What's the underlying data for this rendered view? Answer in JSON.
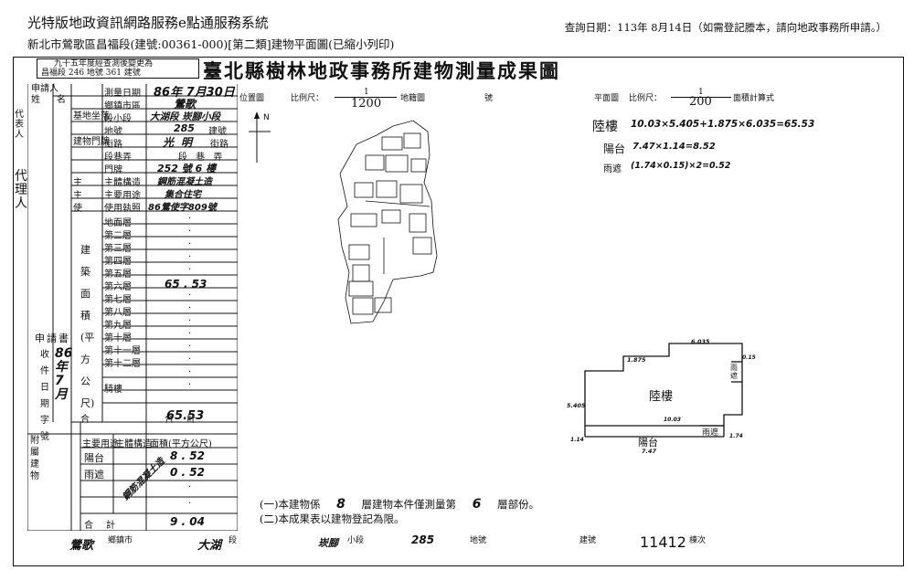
{
  "header": {
    "system_title": "光特版地政資訊網路服務e點通服務系統",
    "subtitle": "新北市鶯歌區昌福段(建號:00361-000)[第二類]建物平面圖(已縮小列印)",
    "query_date": "查詢日期：113年 8月14日（如需登記謄本，請向地政事務所申請。）"
  },
  "stamp_box": {
    "line1": "九十五年度經查測後變更為",
    "line2": "昌福段 246 地號 361 建號"
  },
  "title": "臺北縣樹林地政事務所建物測量成果圖",
  "left_labels": {
    "applicant": "申請人",
    "name": "姓名",
    "representative": "代表人",
    "agent": "代理人",
    "application": "申請書",
    "receive_date": "收件日期字號"
  },
  "form": {
    "survey_date_label": "測量日期",
    "survey_date": "86年 7月30日",
    "township_label": "鄉鎮市區",
    "township": "鶯歌",
    "section_label": "段小段",
    "section": "大湖段 崁腳小段",
    "lot_label": "地號",
    "lot": "285",
    "building_no_label": "建號",
    "street_label": "街路",
    "street": "光明",
    "street_suffix": "街路",
    "lane_label": "段巷弄",
    "lane_suffix": "段 巷 弄",
    "door_label": "門牌",
    "door": "252 號 6 樓",
    "structure_label": "主體構造",
    "structure": "鋼筋混凝土造",
    "usage_label": "主要用途",
    "usage": "集合住宅",
    "license_label": "使用執照",
    "license": "86鶯使字809號",
    "side_label": "建築面積(平方公尺)",
    "floors": [
      {
        "label": "地面層",
        "value": "·"
      },
      {
        "label": "第二層",
        "value": "·"
      },
      {
        "label": "第三層",
        "value": "·"
      },
      {
        "label": "第四層",
        "value": "·"
      },
      {
        "label": "第五層",
        "value": "·"
      },
      {
        "label": "第六層",
        "value": "65 . 53"
      },
      {
        "label": "第七層",
        "value": "·"
      },
      {
        "label": "第八層",
        "value": "·"
      },
      {
        "label": "第九層",
        "value": "·"
      },
      {
        "label": "第十層",
        "value": "·"
      },
      {
        "label": "第十一層",
        "value": "·"
      },
      {
        "label": "第十二層",
        "value": "·"
      },
      {
        "label": "",
        "value": "·"
      },
      {
        "label": "騎樓",
        "value": "·"
      }
    ],
    "total_label": "合計",
    "total": "65.53",
    "annex_label": "附屬建物",
    "annex_head_usage": "主要用途",
    "annex_head_structure": "主體構造",
    "annex_head_area": "面積(平方公尺)",
    "annex_structure": "鋼筋混凝土造",
    "annex_rows": [
      {
        "usage": "陽台",
        "area": "8 . 52"
      },
      {
        "usage": "雨遮",
        "area": "0 . 52"
      },
      {
        "usage": "",
        "area": "·"
      },
      {
        "usage": "",
        "area": "·"
      }
    ],
    "annex_total_label": "合計",
    "annex_total": "9 . 04",
    "receive_no": "86年7月"
  },
  "map_header": {
    "location_label": "位置圖",
    "scale_label": "比例尺：",
    "scale_num": "1",
    "scale_den": "1200",
    "cadastral_label": "地籍圖",
    "no_label": "號",
    "plan_label": "平面圖",
    "plan_scale_label": "比例尺：",
    "plan_scale_num": "1",
    "plan_scale_den": "200",
    "area_calc_label": "面積計算式"
  },
  "north": "N",
  "calc": {
    "main": "陸樓",
    "main_formula": "10.03×5.405+1.875×6.035=65.53",
    "balcony": "陽台",
    "balcony_formula": "7.47×1.14=8.52",
    "awning": "雨遮",
    "awning_formula": "(1.74×0.15)×2=0.52"
  },
  "plan": {
    "main_label": "陸樓",
    "balcony_label": "陽台",
    "awning_label": "雨遮",
    "awning_side": "雨遮",
    "dim_top": "6.035",
    "dim_1875": "1.875",
    "dim_left": "5.405",
    "dim_mid": "10.03",
    "dim_114": "1.14",
    "dim_747": "7.47",
    "dim_174": "1.74",
    "dim_015": "0.15"
  },
  "notes": {
    "note1_a": "(一)本建物係",
    "note1_b": "8",
    "note1_c": "層建物本件僅測量第",
    "note1_d": "6",
    "note1_e": "層部份。",
    "note2": "(二)本成果表以建物登記為限。"
  },
  "footer": {
    "township": "鶯歌",
    "township_label": "鄉鎮市",
    "section": "大湖",
    "section_label": "段",
    "subsection": "崁腳",
    "subsection_label": "小段",
    "lot": "285",
    "lot_label": "地號",
    "building_label": "建號",
    "sheet": "11412",
    "sheet_label": "棟次"
  }
}
